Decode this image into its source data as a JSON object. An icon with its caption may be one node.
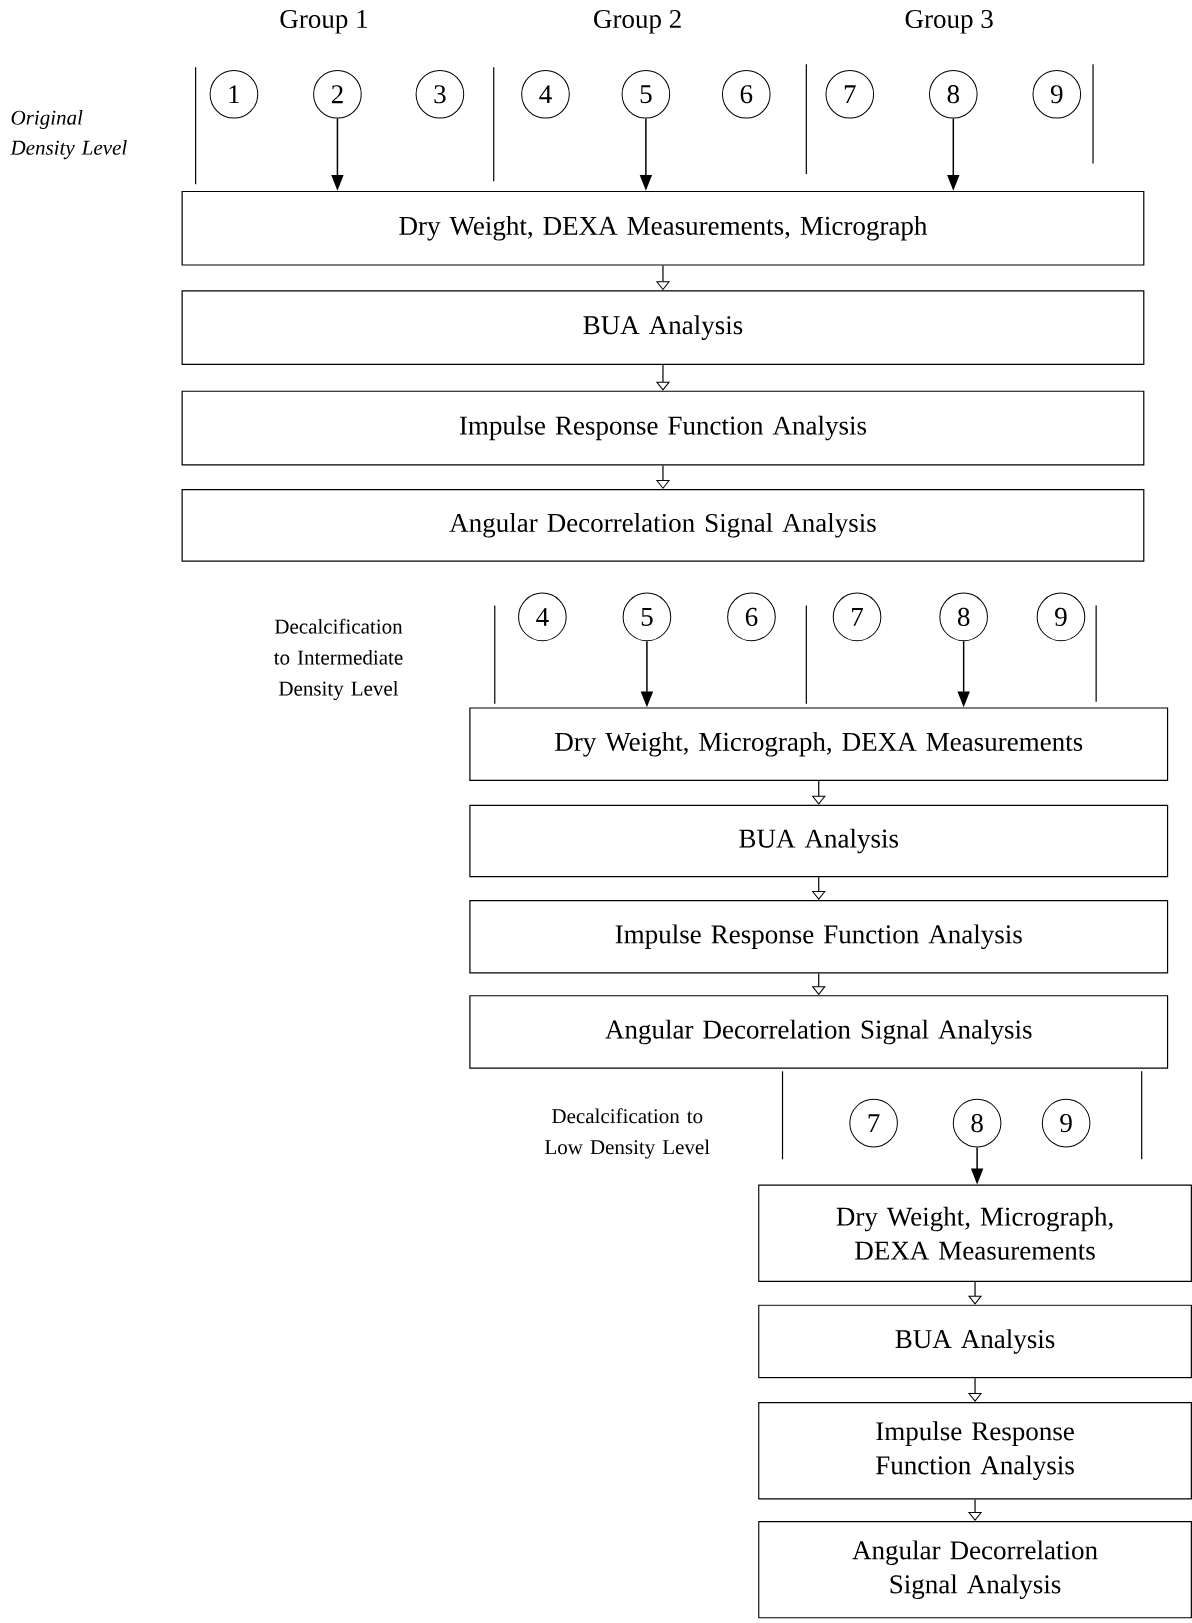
{
  "diagram": {
    "nodes": [
      {
        "text": [
          "1"
        ]
      },
      {
        "text": [
          "2"
        ]
      },
      {
        "text": [
          "3"
        ]
      },
      {
        "text": [
          "4"
        ]
      },
      {
        "text": [
          "5"
        ]
      },
      {
        "text": [
          "6"
        ]
      },
      {
        "text": [
          "7"
        ]
      },
      {
        "text": [
          "8"
        ]
      },
      {
        "text": [
          "9"
        ]
      },
      {
        "text": [
          "Dry Weight, DEXA Measurements, Micrograph"
        ]
      },
      {
        "text": [
          "BUA Analysis"
        ]
      },
      {
        "text": [
          "Impulse Response Function Analysis"
        ]
      },
      {
        "text": [
          "Angular Decorrelation Signal Analysis"
        ]
      },
      {
        "text": [
          "4"
        ]
      },
      {
        "text": [
          "5"
        ]
      },
      {
        "text": [
          "6"
        ]
      },
      {
        "text": [
          "7"
        ]
      },
      {
        "text": [
          "8"
        ]
      },
      {
        "text": [
          "9"
        ]
      },
      {
        "text": [
          "Dry Weight, Micrograph, DEXA Measurements"
        ]
      },
      {
        "text": [
          "BUA Analysis"
        ]
      },
      {
        "text": [
          "Impulse Response Function Analysis"
        ]
      },
      {
        "text": [
          "Angular Decorrelation Signal Analysis"
        ]
      },
      {
        "text": [
          "7"
        ]
      },
      {
        "text": [
          "8"
        ]
      },
      {
        "text": [
          "9"
        ]
      },
      {
        "text": [
          "Dry Weight, Micrograph, DEXA Measurements"
        ]
      },
      {
        "text": [
          "BUA Analysis"
        ]
      },
      {
        "text": [
          "Impulse Response Function Analysis"
        ]
      },
      {
        "text": [
          "Angular Decorrelation Signal Analysis"
        ]
      }
    ],
    "edges": [
      {
        "from": 1,
        "to": 9,
        "arrow": "to"
      },
      {
        "from": 4,
        "to": 9,
        "arrow": "to"
      },
      {
        "from": 7,
        "to": 9,
        "arrow": "to"
      },
      {
        "from": 9,
        "to": 10,
        "arrow": "to"
      },
      {
        "from": 10,
        "to": 11,
        "arrow": "to"
      },
      {
        "from": 11,
        "to": 12,
        "arrow": "to"
      },
      {
        "from": 14,
        "to": 19,
        "arrow": "to"
      },
      {
        "from": 17,
        "to": 19,
        "arrow": "to"
      },
      {
        "from": 19,
        "to": 20,
        "arrow": "to"
      },
      {
        "from": 20,
        "to": 21,
        "arrow": "to"
      },
      {
        "from": 21,
        "to": 22,
        "arrow": "to"
      },
      {
        "from": 24,
        "to": 26,
        "arrow": "to"
      },
      {
        "from": 26,
        "to": 27,
        "arrow": "to"
      },
      {
        "from": 27,
        "to": 28,
        "arrow": "to"
      },
      {
        "from": 28,
        "to": 29,
        "arrow": "to"
      }
    ],
    "labels": [
      "Group 1",
      "Group 2",
      "Group 3",
      "Original Density Level",
      "Decalcification to Intermediate Density Level",
      "Decalcification to Low Density Level"
    ]
  }
}
